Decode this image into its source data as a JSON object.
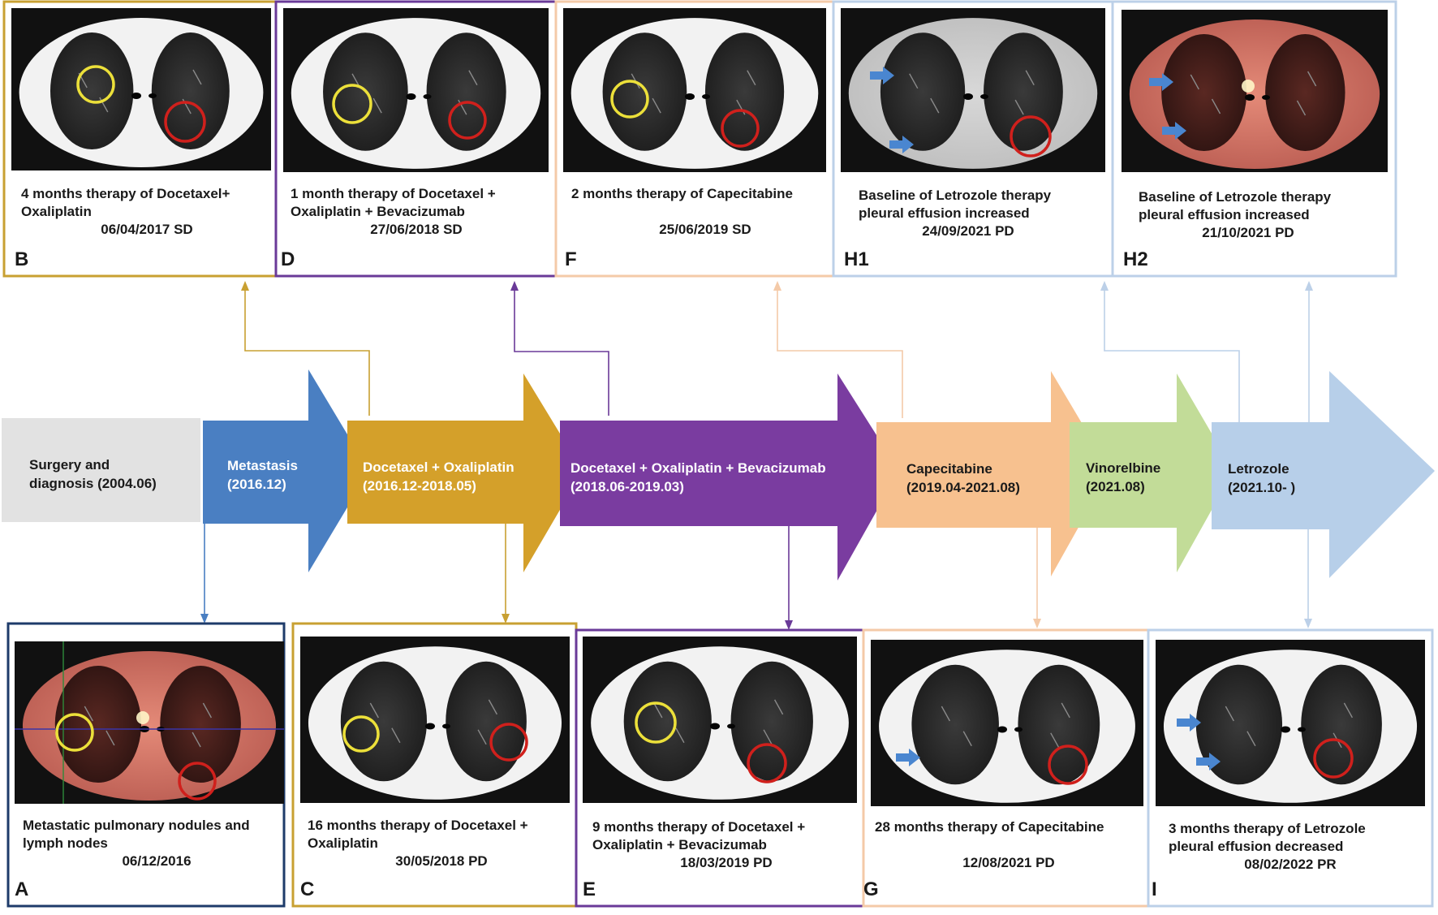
{
  "colors": {
    "surgery": "#e2e2e2",
    "metastasis": "#4a7fc2",
    "docetaxel_oxaliplatin": "#d4a02a",
    "bevacizumab": "#7a3ca0",
    "capecitabine": "#f7c18f",
    "vinorelbine": "#c2dc98",
    "letrozole": "#b7cfe9",
    "frame_B": "#c8a032",
    "frame_D": "#6a3a98",
    "frame_F": "#f4caa8",
    "frame_H": "#bcd0e8",
    "frame_A": "#1e3b6a",
    "frame_C": "#c8a032",
    "frame_E": "#6a3a98",
    "frame_G": "#f4caa8",
    "frame_I": "#bcd0e8",
    "yellow_circle": "#ece03a",
    "red_circle": "#d0201c",
    "blue_arrow": "#4a86d0"
  },
  "stages": [
    {
      "id": "surgery",
      "line1": "Surgery and",
      "line2": "diagnosis (2004.06)"
    },
    {
      "id": "metastasis",
      "line1": "Metastasis",
      "line2": "(2016.12)"
    },
    {
      "id": "docetaxel_oxaliplatin",
      "line1": "Docetaxel + Oxaliplatin",
      "line2": "(2016.12-2018.05)"
    },
    {
      "id": "bevacizumab",
      "line1": "Docetaxel + Oxaliplatin + Bevacizumab",
      "line2": "(2018.06-2019.03)"
    },
    {
      "id": "capecitabine",
      "line1": "Capecitabine",
      "line2": "(2019.04-2021.08)"
    },
    {
      "id": "vinorelbine",
      "line1": "Vinorelbine",
      "line2": "(2021.08)"
    },
    {
      "id": "letrozole",
      "line1": "Letrozole",
      "line2": "(2021.10- )"
    }
  ],
  "panels": {
    "B": {
      "label": "B",
      "line1": "4 months therapy of Docetaxel+",
      "line2": "Oxaliplatin",
      "date": "06/04/2017 SD",
      "scan": "ct"
    },
    "D": {
      "label": "D",
      "line1": "1 month therapy of Docetaxel +",
      "line2": "Oxaliplatin + Bevacizumab",
      "date": "27/06/2018 SD",
      "scan": "ct"
    },
    "F": {
      "label": "F",
      "line1": "2 months therapy of Capecitabine",
      "line2": "",
      "date": "25/06/2019  SD",
      "scan": "ct"
    },
    "H1": {
      "label": "H1",
      "line1": "Baseline of Letrozole therapy",
      "line2": "pleural effusion increased",
      "date": "24/09/2021 PD",
      "scan": "ct-contrast"
    },
    "H2": {
      "label": "H2",
      "line1": "Baseline of Letrozole therapy",
      "line2": "pleural effusion increased",
      "date": "21/10/2021 PD",
      "scan": "pet"
    },
    "A": {
      "label": "A",
      "line1": "Metastatic pulmonary nodules and",
      "line2": "lymph nodes",
      "date": "06/12/2016",
      "scan": "pet"
    },
    "C": {
      "label": "C",
      "line1": "16 months therapy of Docetaxel +",
      "line2": "Oxaliplatin",
      "date": "30/05/2018 PD",
      "scan": "ct"
    },
    "E": {
      "label": "E",
      "line1": "9 months therapy of Docetaxel +",
      "line2": "Oxaliplatin + Bevacizumab",
      "date": "18/03/2019 PD",
      "scan": "ct"
    },
    "G": {
      "label": "G",
      "line1": "28 months therapy of Capecitabine",
      "line2": "",
      "date": "12/08/2021 PD",
      "scan": "ct"
    },
    "I": {
      "label": "I",
      "line1": "3 months therapy of Letrozole",
      "line2": "pleural effusion decreased",
      "date": "08/02/2022 PR",
      "scan": "ct"
    }
  }
}
